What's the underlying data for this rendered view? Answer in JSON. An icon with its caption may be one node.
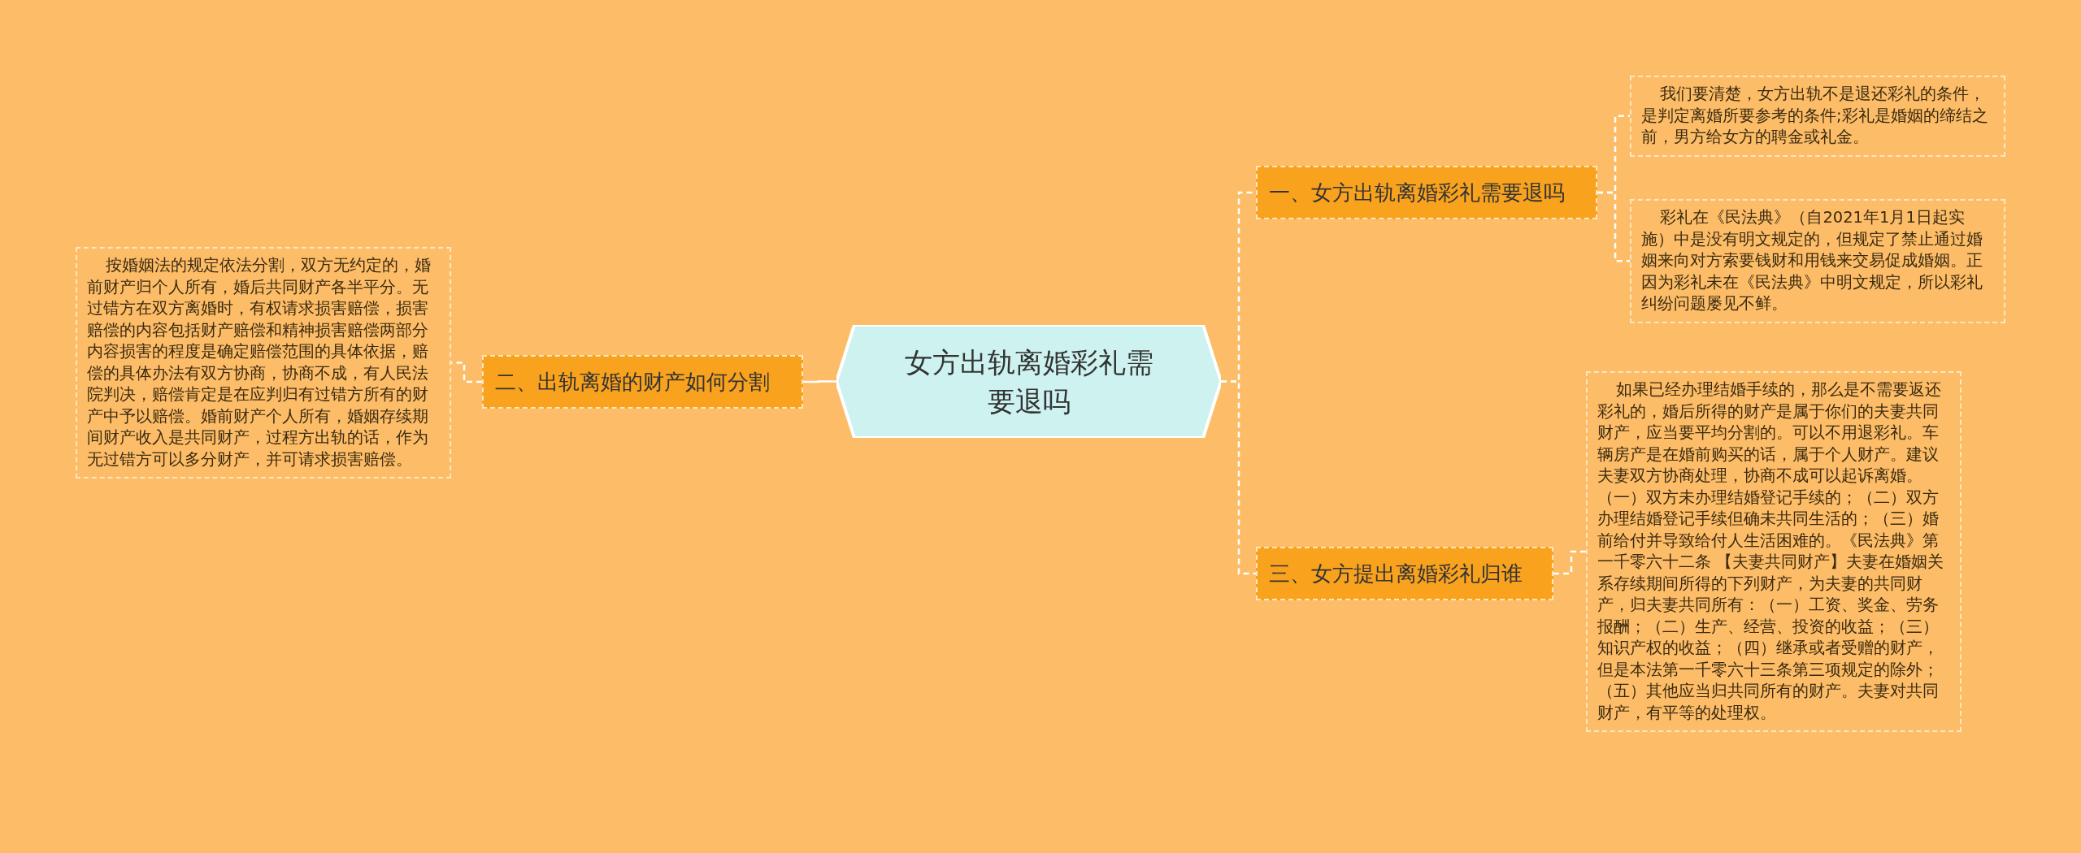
{
  "diagram": {
    "nodes": [
      {
        "text": [
          "女方出轨离婚彩礼需要退吗"
        ]
      },
      {
        "text": [
          "一、女方出轨离婚彩礼需要退吗"
        ]
      },
      {
        "text": [
          "我们要清楚，女方出轨不是退还彩礼的条件，是判定离婚所要参考的条件;彩礼是婚姻的缔结之前，男方给女方的聘金或礼金。"
        ]
      },
      {
        "text": [
          "彩礼在《民法典》（自2021年1月1日起实施）中是没有明文规定的，但规定了禁止通过婚姻来向对方索要钱财和用钱来交易促成婚姻。正因为彩礼未在《民法典》中明文规定，所以彩礼纠纷问题屡见不鲜。"
        ]
      },
      {
        "text": [
          "二、出轨离婚的财产如何分割"
        ]
      },
      {
        "text": [
          "按婚姻法的规定依法分割，双方无约定的，婚前财产归个人所有，婚后共同财产各半平分。无过错方在双方离婚时，有权请求损害赔偿，损害赔偿的内容包括财产赔偿和精神损害赔偿两部分内容损害的程度是确定赔偿范围的具体依据，赔偿的具体办法有双方协商，协商不成，有人民法院判决，赔偿肯定是在应判归有过错方所有的财产中予以赔偿。婚前财产个人所有，婚姻存续期间财产收入是共同财产，过程方出轨的话，作为无过错方可以多分财产，并可请求损害赔偿。"
        ]
      },
      {
        "text": [
          "三、女方提出离婚彩礼归谁"
        ]
      },
      {
        "text": [
          "如果已经办理结婚手续的，那么是不需要返还彩礼的，婚后所得的财产是属于你们的夫妻共同财产，应当要平均分割的。可以不用退彩礼。车辆房产是在婚前购买的话，属于个人财产。建议夫妻双方协商处理，协商不成可以起诉离婚。（一）双方未办理结婚登记手续的；（二）双方办理结婚登记手续但确未共同生活的；（三）婚前给付并导致给付人生活困难的。《民法典》第一千零六十二条 【夫妻共同财产】夫妻在婚姻关系存续期间所得的下列财产，为夫妻的共同财产，归夫妻共同所有：（一）工资、奖金、劳务报酬；（二）生产、经营、投资的收益；（三）知识产权的收益；（四）继承或者受赠的财产，但是本法第一千零六十三条第三项规定的除外；（五）其他应当归共同所有的财产。夫妻对共同财产，有平等的处理权。"
        ]
      }
    ],
    "edges": [
      {
        "from": 0,
        "to": 1,
        "arrow": "none",
        "style": "dashed"
      },
      {
        "from": 1,
        "to": 2,
        "arrow": "none",
        "style": "dashed"
      },
      {
        "from": 1,
        "to": 3,
        "arrow": "none",
        "style": "dashed"
      },
      {
        "from": 0,
        "to": 4,
        "arrow": "none"
      },
      {
        "from": 4,
        "to": 5,
        "arrow": "none",
        "style": "dashed"
      },
      {
        "from": 0,
        "to": 6,
        "arrow": "none",
        "style": "dashed"
      },
      {
        "from": 6,
        "to": 7,
        "arrow": "none",
        "style": "dashed"
      }
    ]
  }
}
